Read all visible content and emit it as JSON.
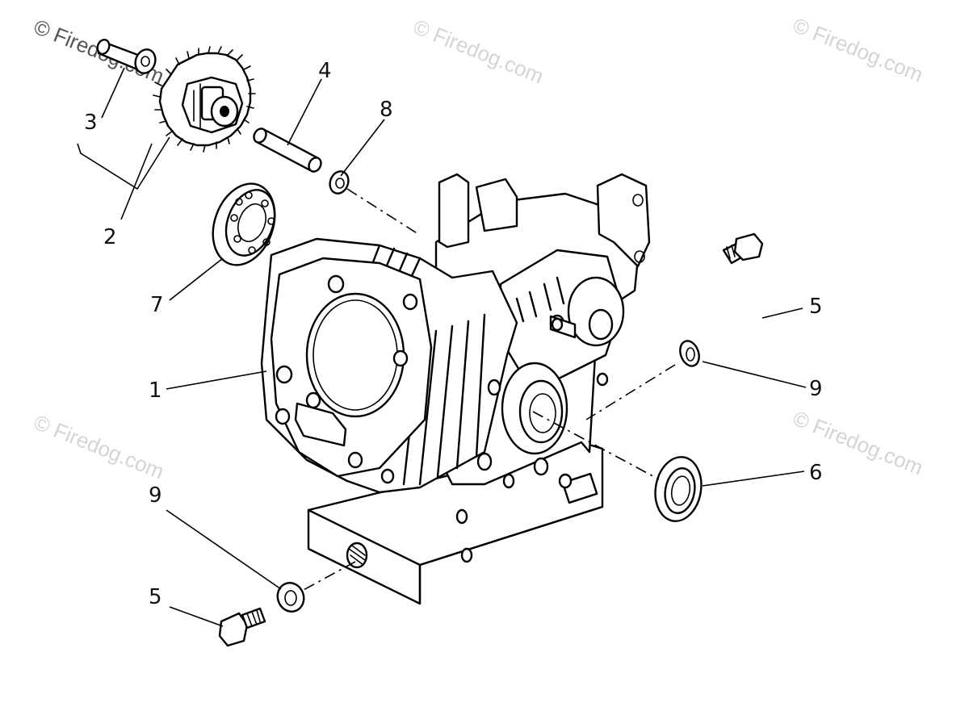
{
  "watermark": {
    "text": "© Firedog.com"
  },
  "callouts": {
    "c1": "1",
    "c2": "2",
    "c3": "3",
    "c4": "4",
    "c5_right": "5",
    "c5_left": "5",
    "c6": "6",
    "c7": "7",
    "c8": "8",
    "c9_right": "9",
    "c9_left": "9"
  }
}
